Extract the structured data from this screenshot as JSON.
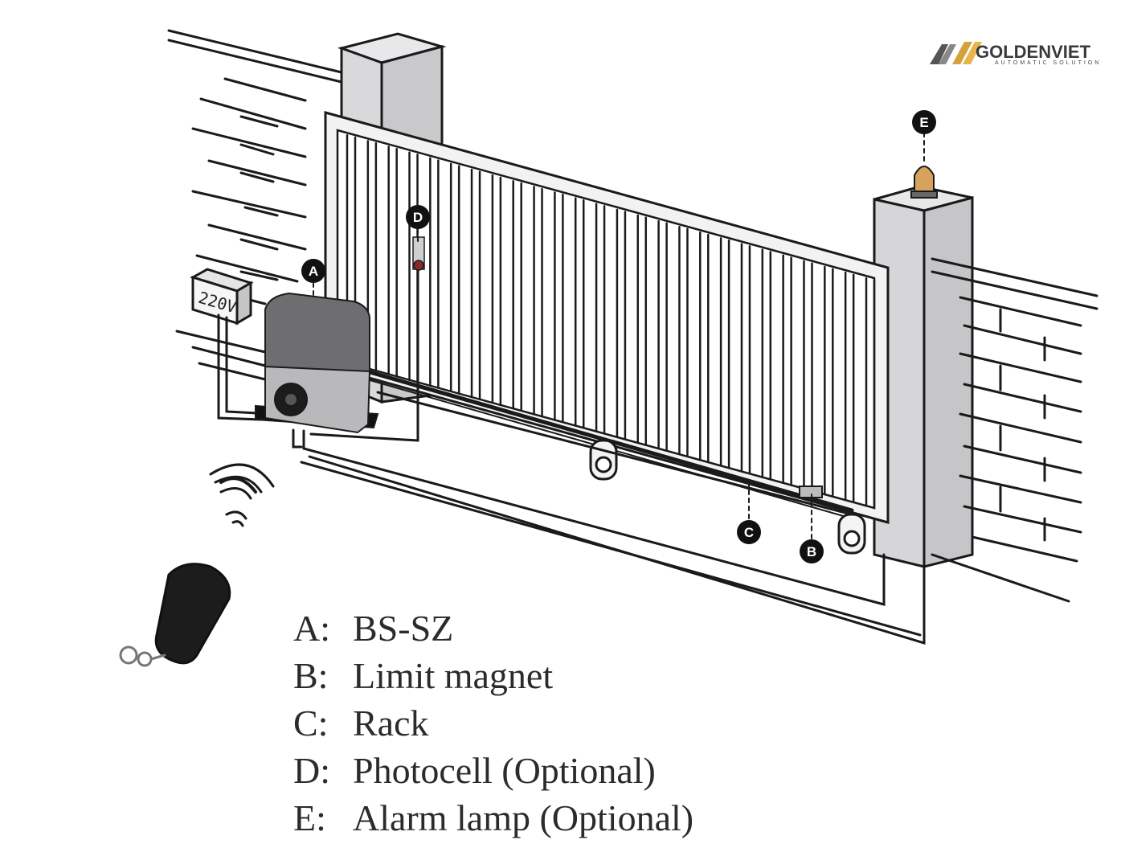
{
  "logo": {
    "name": "GOLDENVIET",
    "tagline": "AUTOMATIC SOLUTION"
  },
  "power_box": {
    "label": "220V"
  },
  "callouts": [
    {
      "key": "A"
    },
    {
      "key": "B"
    },
    {
      "key": "C"
    },
    {
      "key": "D"
    },
    {
      "key": "E"
    }
  ],
  "legend": [
    {
      "key": "A:",
      "text": "BS-SZ"
    },
    {
      "key": "B:",
      "text": "Limit magnet"
    },
    {
      "key": "C:",
      "text": "Rack"
    },
    {
      "key": "D:",
      "text": "Photocell (Optional)"
    },
    {
      "key": "E:",
      "text": "Alarm lamp (Optional)"
    }
  ]
}
